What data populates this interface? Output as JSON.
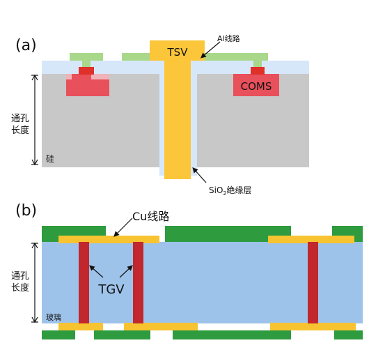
{
  "panel_a": {
    "label": "(a)",
    "via_label": "TSV",
    "wiring_label": "Al线路",
    "device_label": "COMS",
    "insulator_label_main": "SiO",
    "insulator_label_sub": "2",
    "insulator_label_tail": "绝缘层",
    "via_length_line1": "通孔",
    "via_length_line2": "长度",
    "substrate_label": "硅"
  },
  "panel_b": {
    "label": "(b)",
    "wiring_label": "Cu线路",
    "via_label": "TGV",
    "via_length_line1": "通孔",
    "via_length_line2": "长度",
    "substrate_label": "玻璃"
  },
  "colors": {
    "silicon": "#c8c8c8",
    "oxide": "#d7e7fa",
    "copper_via": "#fbc63a",
    "al_line": "#a9d88b",
    "device": "#e8505b",
    "device_dark": "#e0302a",
    "glass": "#9ec3ea",
    "tgv": "#c1272d",
    "pcb_green": "#2e9b3f",
    "pad": "#f7c331"
  }
}
